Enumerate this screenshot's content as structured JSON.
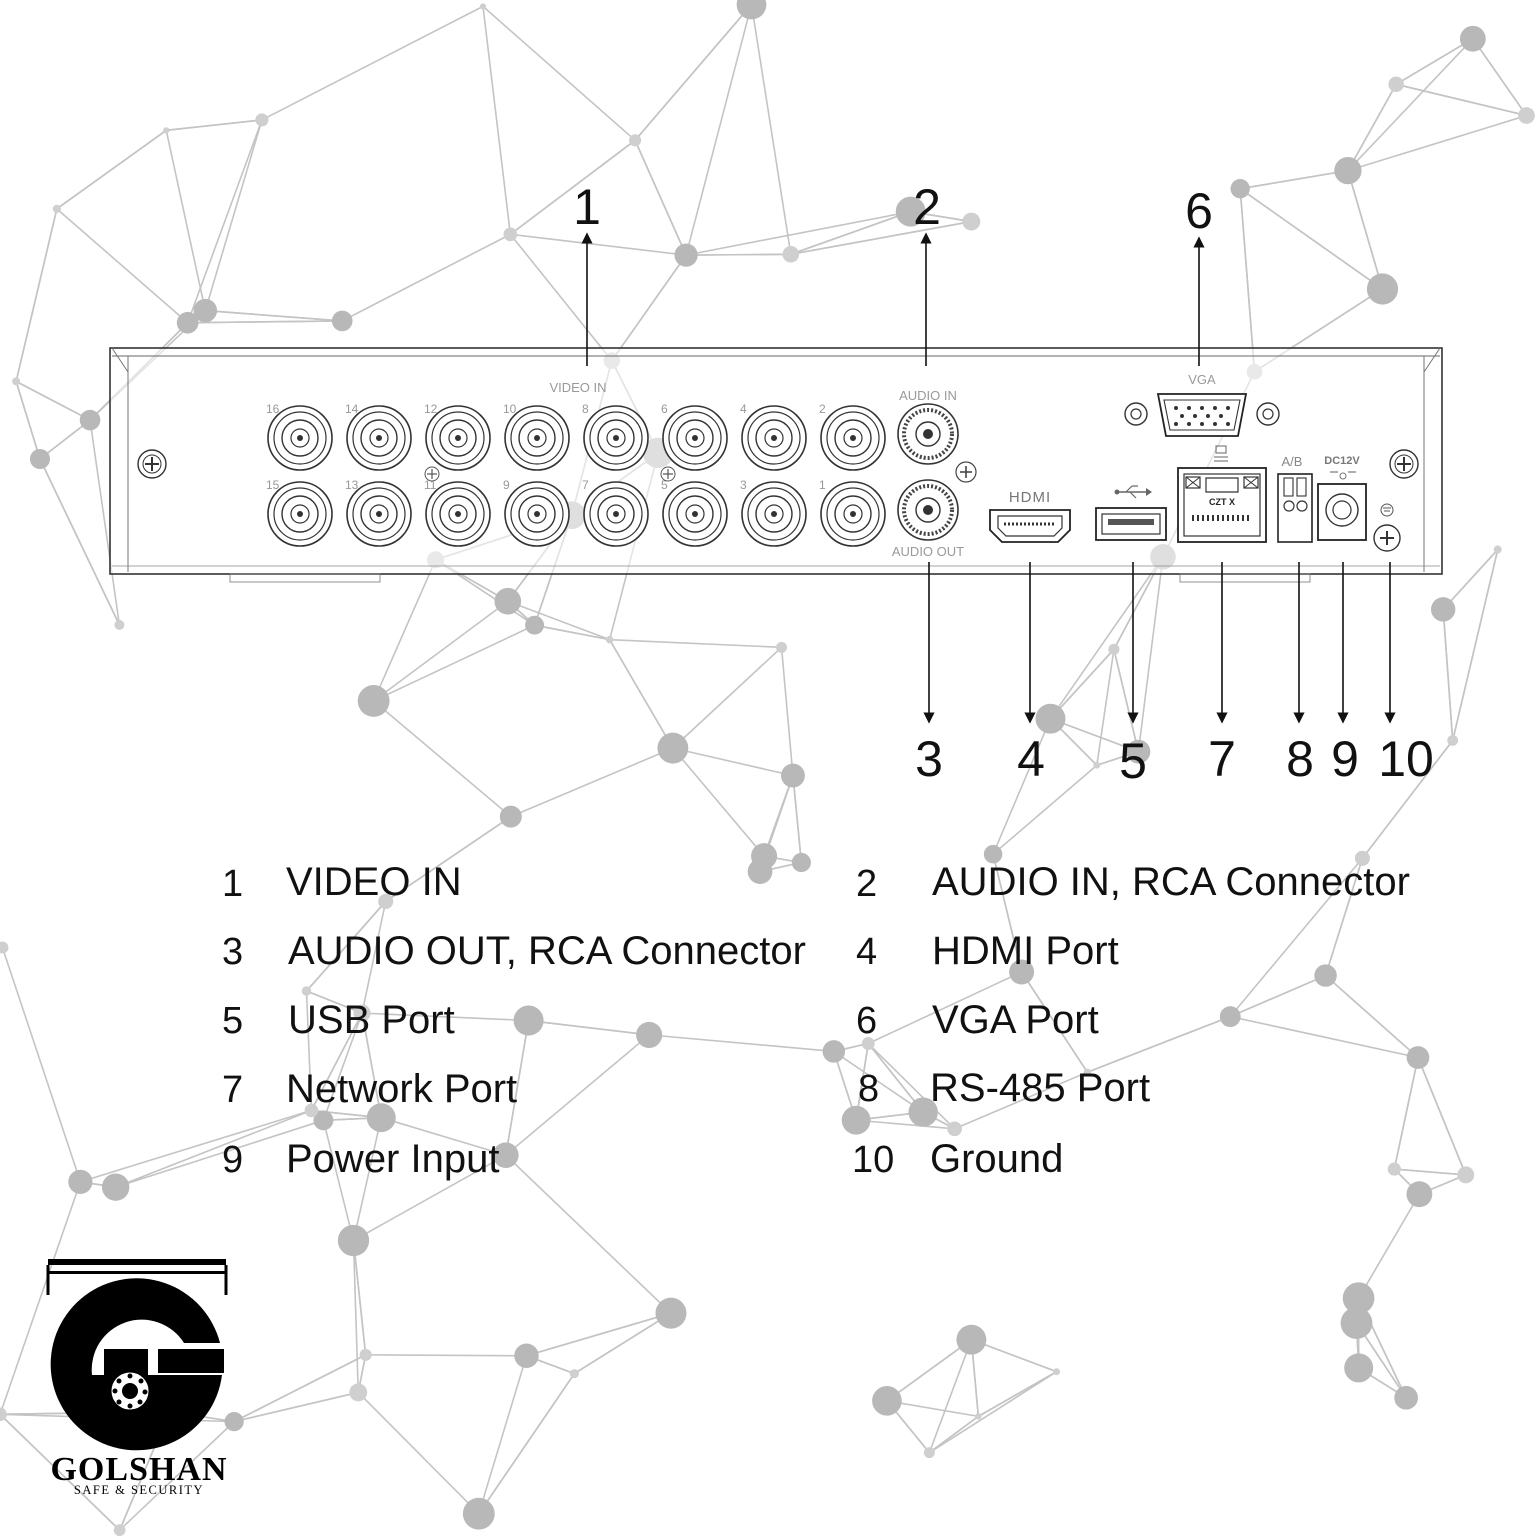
{
  "device": {
    "panel_labels": {
      "video_in": "VIDEO IN",
      "audio_in": "AUDIO IN",
      "audio_out": "AUDIO OUT",
      "vga": "VGA",
      "hdmi": "HDMI",
      "ab": "A/B",
      "dc": "DC12V",
      "lan": "CZT X"
    },
    "bnc_top_numbers": [
      "16",
      "14",
      "12",
      "10",
      "8",
      "6",
      "4",
      "2"
    ],
    "bnc_bottom_numbers": [
      "15",
      "13",
      "11",
      "9",
      "7",
      "5",
      "3",
      "1"
    ]
  },
  "callouts": {
    "top": [
      "1",
      "2",
      "6"
    ],
    "bottom": [
      "3",
      "4",
      "5",
      "7",
      "8",
      "9",
      "10"
    ]
  },
  "legend": [
    {
      "num": "1",
      "label": "VIDEO IN"
    },
    {
      "num": "2",
      "label": "AUDIO IN, RCA Connector"
    },
    {
      "num": "3",
      "label": "AUDIO OUT, RCA Connector"
    },
    {
      "num": "4",
      "label": "HDMI Port"
    },
    {
      "num": "5",
      "label": "USB Port"
    },
    {
      "num": "6",
      "label": "VGA Port"
    },
    {
      "num": "7",
      "label": "Network Port"
    },
    {
      "num": "8",
      "label": "RS-485 Port"
    },
    {
      "num": "9",
      "label": "Power Input"
    },
    {
      "num": "10",
      "label": "Ground"
    }
  ],
  "logo": {
    "name": "GOLSHAN",
    "tagline": "SAFE & SECURITY"
  }
}
